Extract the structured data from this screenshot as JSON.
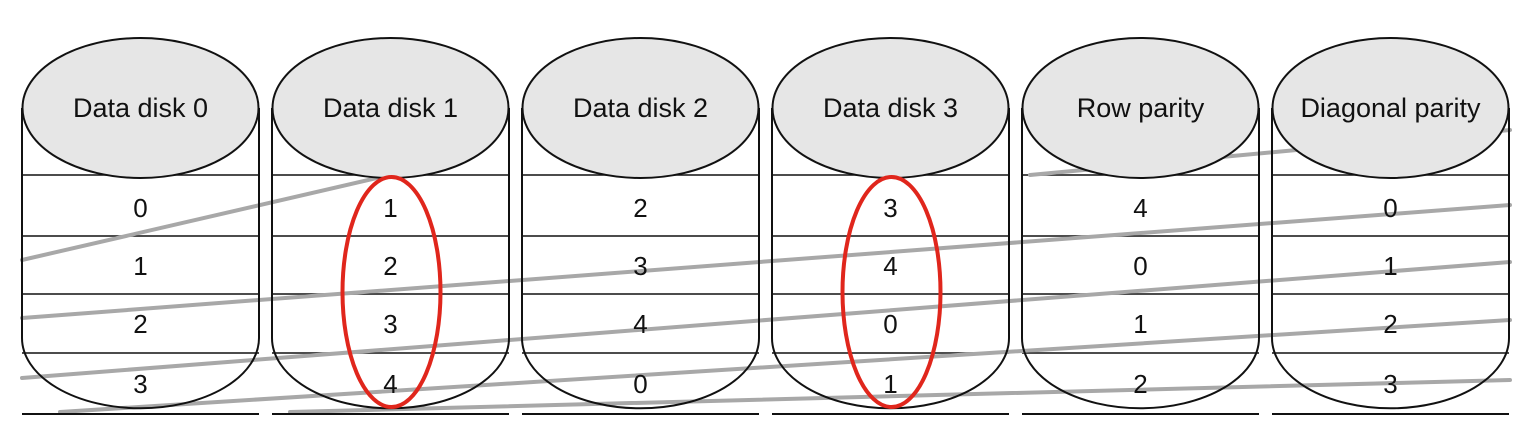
{
  "disks": [
    {
      "name": "Data disk 0",
      "blocks": [
        "0",
        "1",
        "2",
        "3"
      ],
      "highlighted": false
    },
    {
      "name": "Data disk 1",
      "blocks": [
        "1",
        "2",
        "3",
        "4"
      ],
      "highlighted": true
    },
    {
      "name": "Data disk 2",
      "blocks": [
        "2",
        "3",
        "4",
        "0"
      ],
      "highlighted": false
    },
    {
      "name": "Data disk 3",
      "blocks": [
        "3",
        "4",
        "0",
        "1"
      ],
      "highlighted": true
    },
    {
      "name": "Row parity",
      "blocks": [
        "4",
        "0",
        "1",
        "2"
      ],
      "highlighted": false
    },
    {
      "name": "Diagonal parity",
      "blocks": [
        "0",
        "1",
        "2",
        "3"
      ],
      "highlighted": false
    }
  ],
  "colors": {
    "disk_top_fill": "#e6e6e6",
    "outline": "#111111",
    "diagonal_line": "#a8a8a8",
    "highlight_ellipse": "#e0261c"
  }
}
